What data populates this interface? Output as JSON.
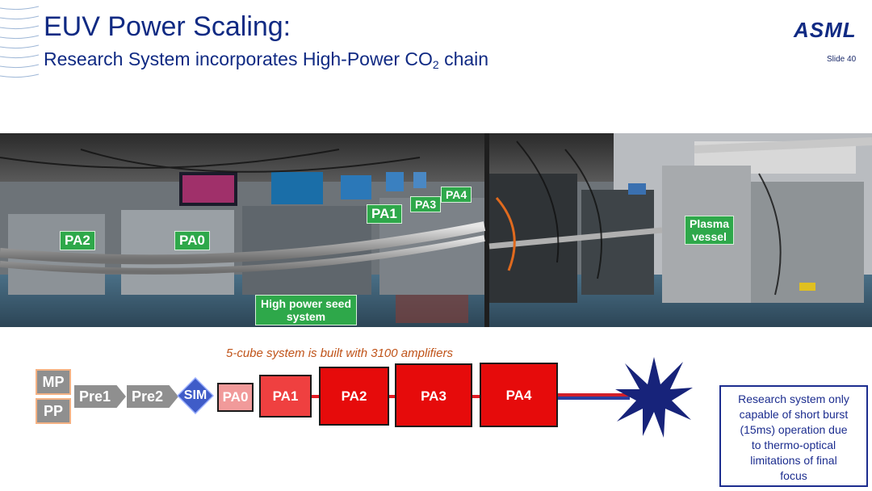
{
  "header": {
    "title": "EUV Power Scaling:",
    "subtitle_before": "Research System incorporates High-Power CO",
    "subtitle_subscript": "2",
    "subtitle_after": " chain",
    "logo": "ASML",
    "slide_number": "Slide 40"
  },
  "photo": {
    "tags": {
      "pa2": "PA2",
      "pa0": "PA0",
      "pa1": "PA1",
      "pa3": "PA3",
      "pa4": "PA4",
      "plasma_line1": "Plasma",
      "plasma_line2": "vessel",
      "seed_line1": "High power seed",
      "seed_line2": "system"
    }
  },
  "diagram": {
    "caption": "5-cube system is built with 3100 amplifiers",
    "mp": "MP",
    "pp": "PP",
    "pre1": "Pre1",
    "pre2": "Pre2",
    "sim": "SIM",
    "pa0": "PA0",
    "pa1": "PA1",
    "pa2": "PA2",
    "pa3": "PA3",
    "pa4": "PA4"
  },
  "note": {
    "line1": "Research system only",
    "line2": "capable of short burst",
    "line3": "(15ms) operation due",
    "line4": "to thermo-optical",
    "line5": "limitations of final",
    "line6": "focus"
  },
  "colors": {
    "title_blue": "#102a83",
    "tag_green": "#2ea84a",
    "amp_red": "#e21c24",
    "caption_orange": "#c0541a",
    "star_navy": "#17237a",
    "sim_blue": "#3f5cc8"
  }
}
